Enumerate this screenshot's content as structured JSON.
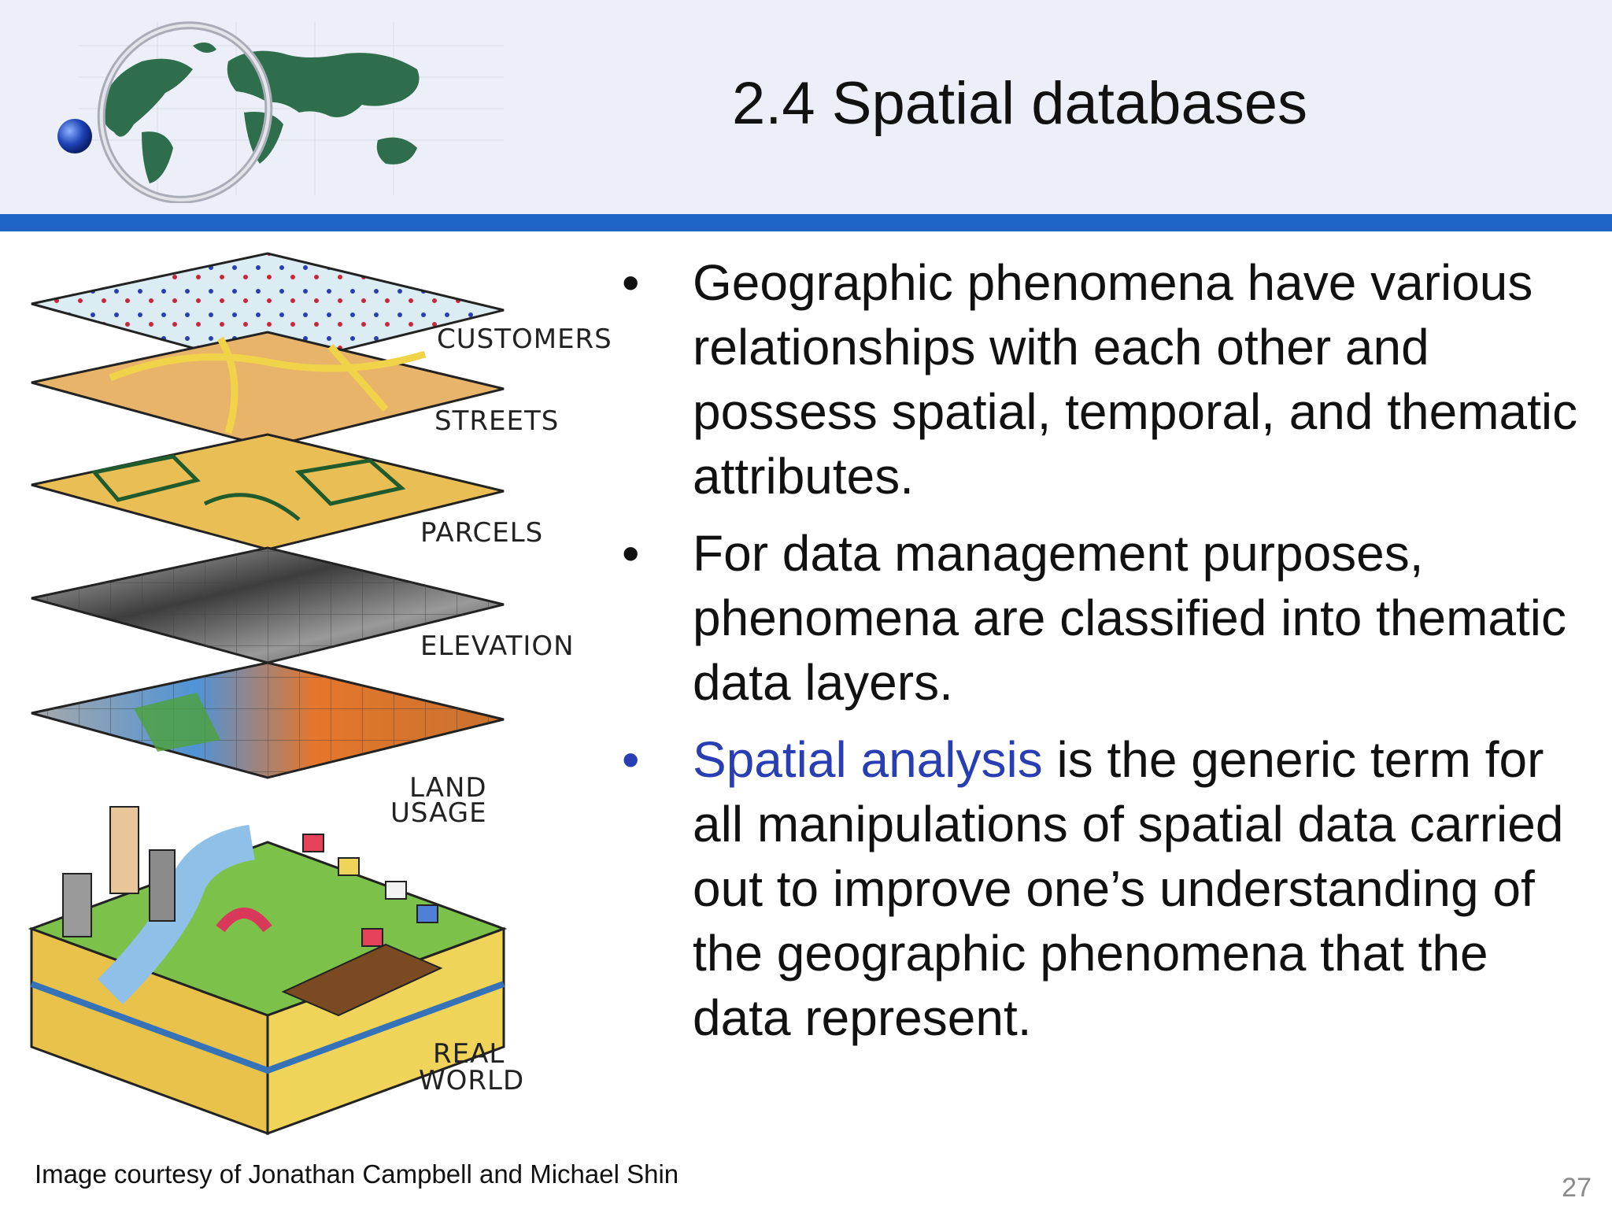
{
  "slide": {
    "title": "2.4 Spatial databases",
    "page_number": "27",
    "credit": "Image courtesy of Jonathan Campbell and Michael Shin"
  },
  "bullets": [
    {
      "marker": "•",
      "text": "Geographic phenomena have various relationships with each other and possess spatial, temporal, and thematic attributes."
    },
    {
      "marker": "•",
      "text": "For data management purposes, phenomena are classified into thematic data layers."
    },
    {
      "marker": "•",
      "highlight": "Spatial analysis",
      "text": " is the generic term for all manipulations of spatial data carried out to improve one’s understanding of the geographic phenomena that the data represent."
    }
  ],
  "illustration": {
    "layers": [
      {
        "label": "CUSTOMERS"
      },
      {
        "label": "STREETS"
      },
      {
        "label": "PARCELS"
      },
      {
        "label": "ELEVATION"
      },
      {
        "label_line1": "LAND",
        "label_line2": "USAGE"
      },
      {
        "label_line1": "REAL",
        "label_line2": "WORLD"
      }
    ]
  },
  "colors": {
    "header_bg": "#eceef8",
    "accent_bar": "#1f64c4",
    "highlight_text": "#2a3eb4"
  },
  "icons": {
    "logo": "globe-world-map-logo"
  }
}
